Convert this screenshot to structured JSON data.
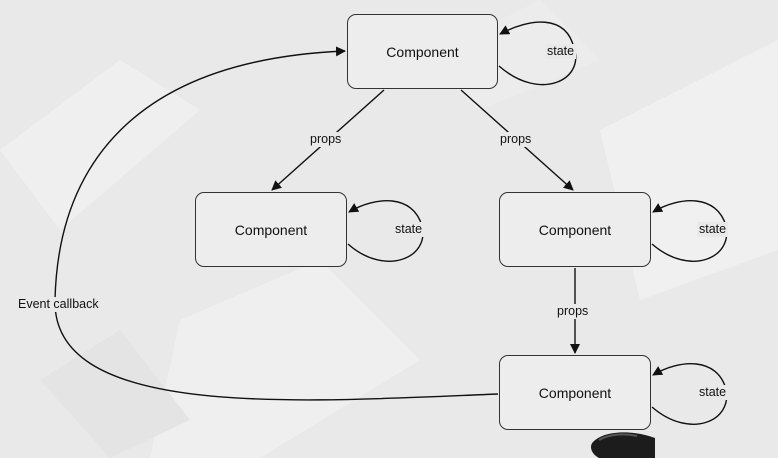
{
  "diagram": {
    "nodes": [
      {
        "id": "top",
        "label": "Component"
      },
      {
        "id": "left",
        "label": "Component"
      },
      {
        "id": "right",
        "label": "Component"
      },
      {
        "id": "bottom",
        "label": "Component"
      }
    ],
    "edges": [
      {
        "from": "top",
        "to": "left",
        "label": "props"
      },
      {
        "from": "top",
        "to": "right",
        "label": "props"
      },
      {
        "from": "right",
        "to": "bottom",
        "label": "props"
      },
      {
        "from": "bottom",
        "to": "top",
        "label": "Event callback"
      }
    ],
    "self_loops": [
      {
        "node": "top",
        "label": "state"
      },
      {
        "node": "left",
        "label": "state"
      },
      {
        "node": "right",
        "label": "state"
      },
      {
        "node": "bottom",
        "label": "state"
      }
    ]
  }
}
